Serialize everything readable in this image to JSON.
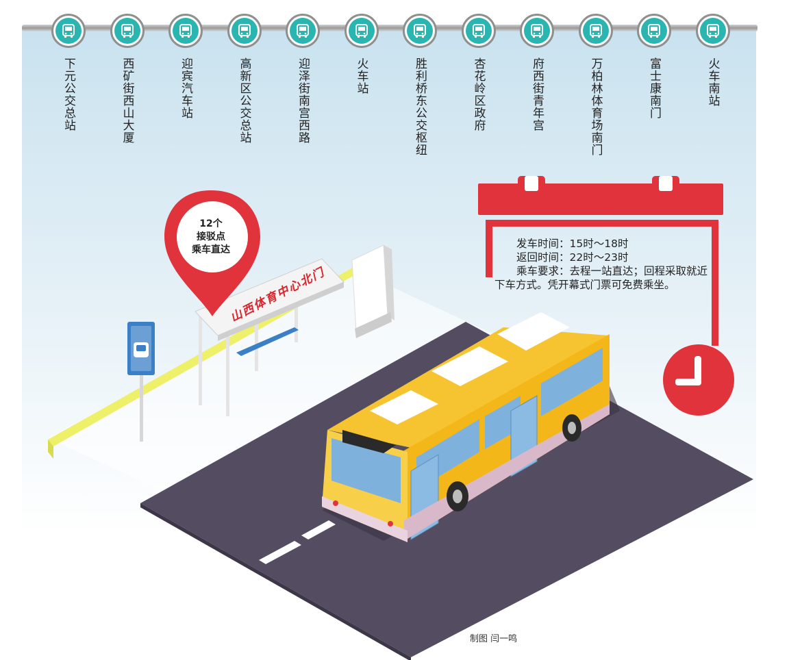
{
  "stations": [
    "下元公交总站",
    "西矿街西山大厦",
    "迎宾汽车站",
    "高新区公交总站",
    "迎泽街南宫西路",
    "火车站",
    "胜利桥东公交枢纽",
    "杏花岭区政府",
    "府西街青年宫",
    "万柏林体育场南门",
    "富士康南门",
    "火车南站"
  ],
  "pin": {
    "line1": "12个",
    "line2": "接驳点",
    "line3": "乘车直达"
  },
  "shelter_sign": "山西体育中心北门",
  "schedule": {
    "departure": "发车时间：15时～18时",
    "return": "返回时间：22时～23时",
    "requirement": "乘车要求：去程一站直达；回程采取就近下车方式。凭开幕式门票可免费乘坐。"
  },
  "credit": "制图 闫一鸣",
  "colors": {
    "accent_red": "#e0333b",
    "teal": "#2bb5b0",
    "bus_yellow": "#f6c431",
    "road": "#544c60",
    "sky": "#cfe4f0"
  }
}
